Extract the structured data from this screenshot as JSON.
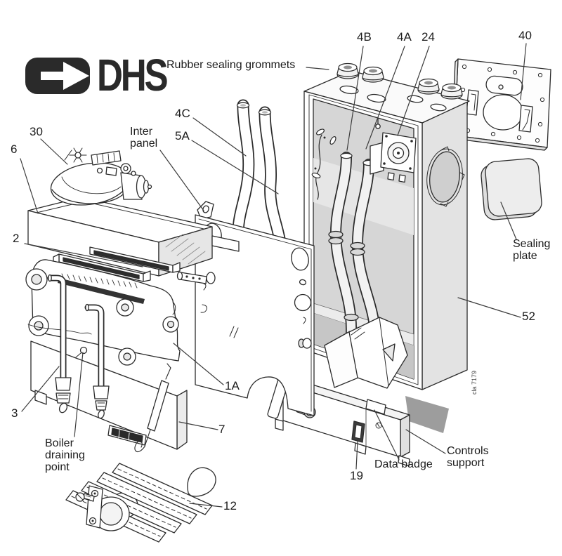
{
  "page": {
    "background": "#ffffff",
    "ink": "#1c1c1c",
    "shade_light": "#e3e3e3",
    "shade_dark": "#9d9d9d"
  },
  "logo": {
    "brand": "DHS"
  },
  "annotations": {
    "rubber_grommets": "Rubber sealing grommets",
    "part_4b": "4B",
    "part_4a": "4A",
    "part_24": "24",
    "part_40": "40",
    "part_4c": "4C",
    "part_5a": "5A",
    "inter_panel": "Inter panel",
    "part_30": "30",
    "part_6": "6",
    "part_2": "2",
    "part_3": "3",
    "boiler_draining_point": "Boiler draining point",
    "part_1a": "1A",
    "part_7": "7",
    "part_12": "12",
    "part_19": "19",
    "data_badge": "Data badge",
    "controls_support": "Controls support",
    "sealing_plate": "Sealing plate",
    "part_52": "52",
    "drawing_ref": "cla 7179"
  }
}
